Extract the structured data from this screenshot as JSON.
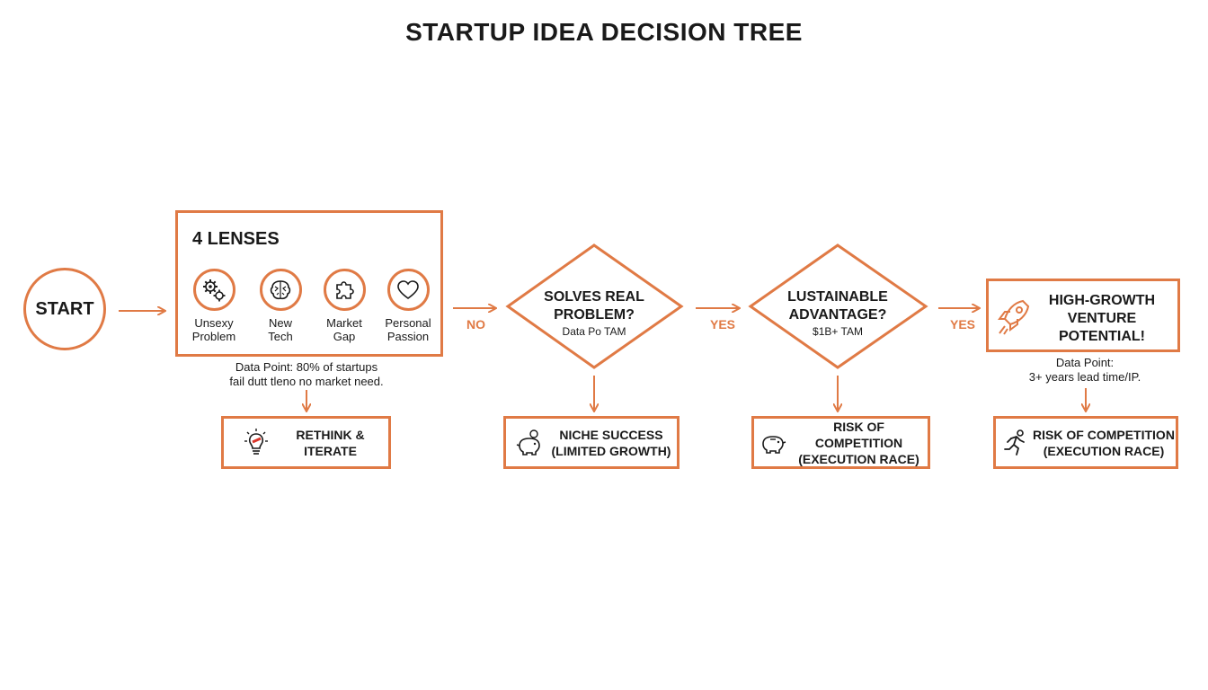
{
  "title": "STARTUP IDEA DECISION TREE",
  "start": {
    "label": "START"
  },
  "lenses": {
    "title": "4 LENSES",
    "items": [
      {
        "line1": "Unsexy",
        "line2": "Problem",
        "icon": "gears-icon"
      },
      {
        "line1": "New",
        "line2": "Tech",
        "icon": "brain-icon"
      },
      {
        "line1": "Market",
        "line2": "Gap",
        "icon": "puzzle-icon"
      },
      {
        "line1": "Personal",
        "line2": "Passion",
        "icon": "heart-icon"
      }
    ],
    "note_line1": "Data Point: 80% of startups",
    "note_line2": "fail dutt tleno no market need."
  },
  "decision1": {
    "line1": "SOLVES REAL",
    "line2": "PROBLEM?",
    "sub": "Data Po TAM"
  },
  "decision2": {
    "line1": "LUSTAINABLE",
    "line2": "ADVANTAGE?",
    "sub": "$1B+ TAM"
  },
  "edges": {
    "no": "NO",
    "yes1": "YES",
    "yes2": "YES"
  },
  "high_growth": {
    "line1": "HIGH-GROWTH",
    "line2": "VENTURE",
    "line3": "POTENTIAL!",
    "note_line1": "Data Point:",
    "note_line2": "3+ years lead time/IP."
  },
  "outcomes": [
    {
      "line1": "RETHINK &",
      "line2": "ITERATE",
      "icon": "lightbulb-icon"
    },
    {
      "line1": "NICHE SUCCESS",
      "line2": "(LIMITED GROWTH)",
      "icon": "piggy-bank-icon"
    },
    {
      "line1": "RISK OF COMPETITION",
      "line2": "(EXECUTION RACE)",
      "icon": "piggy-bank-icon"
    },
    {
      "line1": "RISK OF COMPETITION",
      "line2": "(EXECUTION RACE)",
      "icon": "runner-icon"
    }
  ],
  "colors": {
    "accent": "#e07a45",
    "text": "#1a1a1a"
  }
}
